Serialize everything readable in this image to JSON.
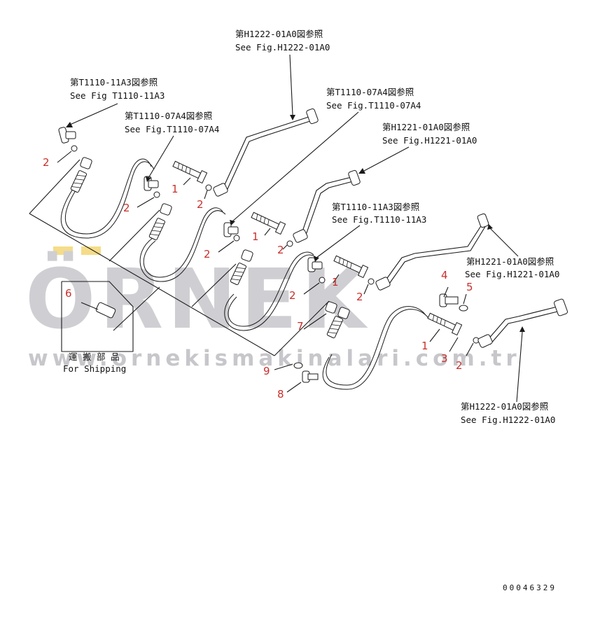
{
  "watermark": {
    "brand": "ÖRNEK",
    "url": "www.ornekismakinalari.com.tr",
    "accent_color": "#f2d36a",
    "text_color": "#cfcfd3"
  },
  "references": [
    {
      "jp": "第H1222-01A0図参照",
      "en": "See Fig.H1222-01A0"
    },
    {
      "jp": "第T1110-11A3図参照",
      "en": "See Fig T1110-11A3"
    },
    {
      "jp": "第T1110-07A4図参照",
      "en": "See Fig.T1110-07A4"
    },
    {
      "jp": "第T1110-07A4図参照",
      "en": "See Fig.T1110-07A4"
    },
    {
      "jp": "第H1221-01A0図参照",
      "en": "See Fig.H1221-01A0"
    },
    {
      "jp": "第T1110-11A3図参照",
      "en": "See Fig.T1110-11A3"
    },
    {
      "jp": "第H1221-01A0図参照",
      "en": "See Fig.H1221-01A0"
    },
    {
      "jp": "第H1222-01A0図参照",
      "en": "See Fig.H1222-01A0"
    }
  ],
  "shipping": {
    "jp": "運 搬 部 品",
    "en": "For Shipping"
  },
  "callouts": [
    "2",
    "2",
    "1",
    "2",
    "2",
    "1",
    "2",
    "2",
    "1",
    "2",
    "4",
    "5",
    "6",
    "7",
    "1",
    "3",
    "2",
    "9",
    "8"
  ],
  "figure_code": "00046329"
}
